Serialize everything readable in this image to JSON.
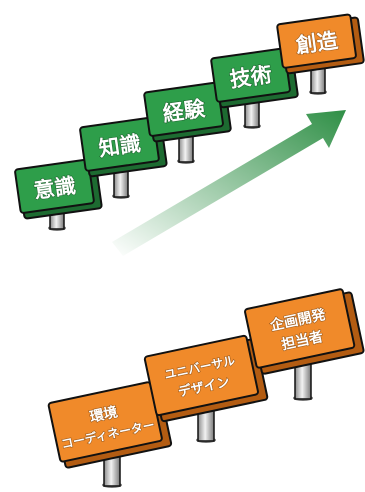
{
  "colors": {
    "green_face": "#2e9e4a",
    "green_side": "#1d6b31",
    "orange_face": "#f08a2a",
    "orange_side": "#b35c12",
    "outline": "#111111",
    "post": "#b9b9b9",
    "arrow": "#2f8f46"
  },
  "upper_progression": {
    "signs": [
      {
        "label": "意識"
      },
      {
        "label": "知識"
      },
      {
        "label": "経験"
      },
      {
        "label": "技術"
      },
      {
        "label": "創造"
      }
    ],
    "arrow": {
      "icon": "growth-arrow-icon"
    }
  },
  "lower_roles": {
    "signs": [
      {
        "lines": [
          "環境",
          "コーディネーター"
        ]
      },
      {
        "lines": [
          "ユニバーサル",
          "デザイン"
        ]
      },
      {
        "lines": [
          "企画開発",
          "担当者"
        ]
      }
    ]
  }
}
